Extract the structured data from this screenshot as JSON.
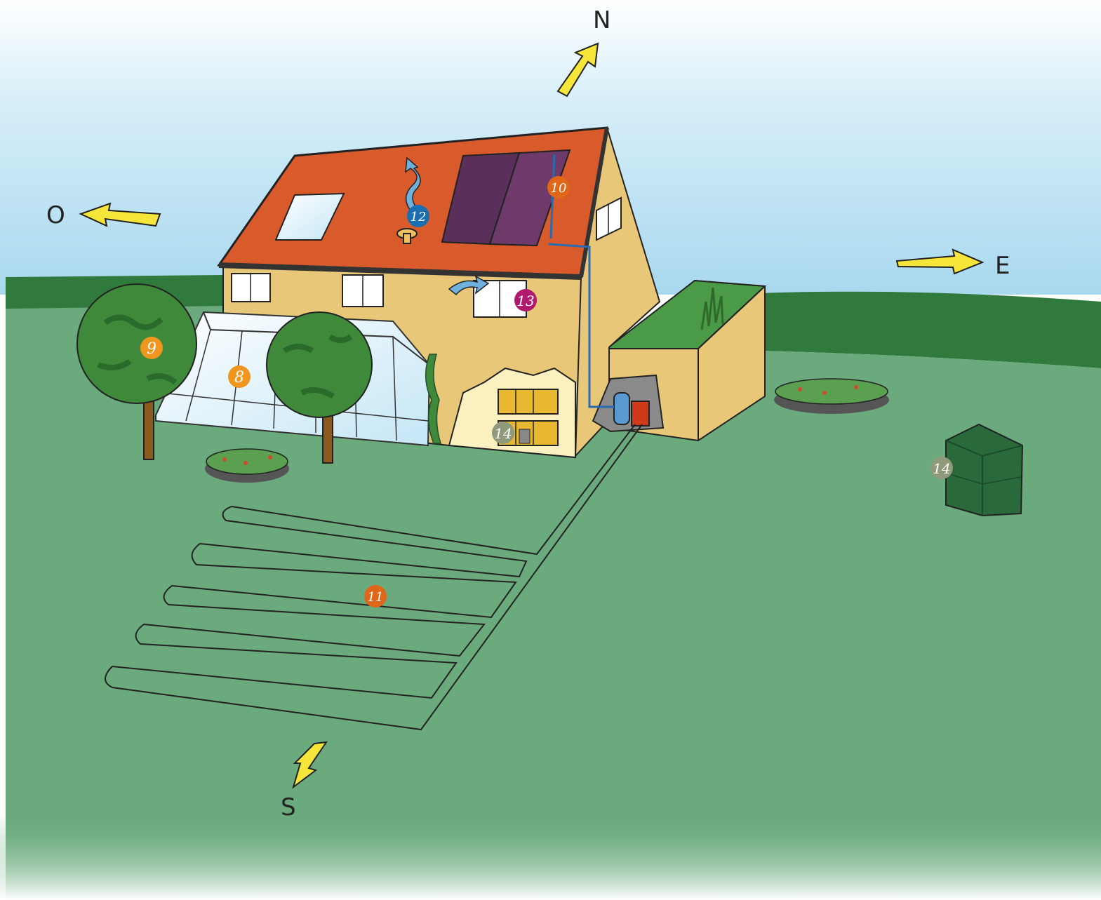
{
  "compass": {
    "north": "N",
    "south": "S",
    "east": "E",
    "west": "O"
  },
  "badges": {
    "b8": {
      "label": "8",
      "color": "#f0951e"
    },
    "b9": {
      "label": "9",
      "color": "#f0951e"
    },
    "b10": {
      "label": "10",
      "color": "#e0661a"
    },
    "b11": {
      "label": "11",
      "color": "#e0661a"
    },
    "b12": {
      "label": "12",
      "color": "#1a6fb0"
    },
    "b13": {
      "label": "13",
      "color": "#b01a6e"
    },
    "b14a": {
      "label": "14",
      "color": "#8f9a7a"
    },
    "b14b": {
      "label": "14",
      "color": "#8f9a7a"
    }
  },
  "colors": {
    "sky": "#a9d8ef",
    "grass": "#6aaa7c",
    "hedge": "#2f7a3c",
    "roof": "#d95a2a",
    "wall": "#e8c878",
    "arrow": "#f6e63a",
    "solar_panel": "#5a2f5a"
  }
}
